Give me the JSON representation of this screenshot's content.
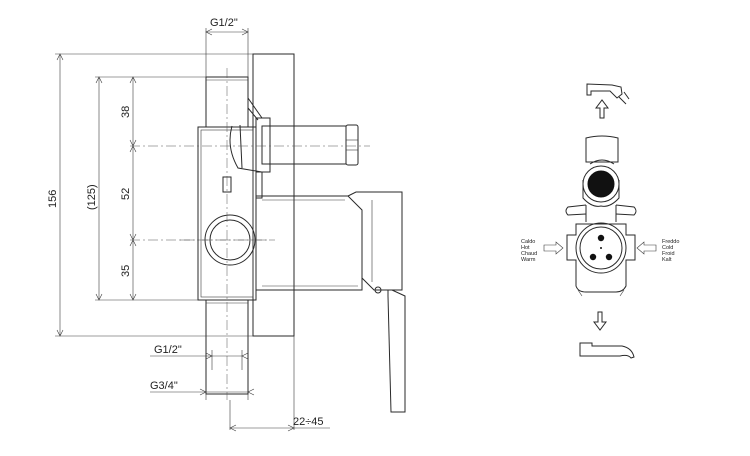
{
  "dimensions": {
    "g12_top": "G1/2\"",
    "d156": "156",
    "d125": "(125)",
    "d38": "38",
    "d52": "52",
    "d35": "35",
    "g12_bottom": "G1/2\"",
    "g34": "G3/4\"",
    "d22_45": "22÷45"
  },
  "labels": {
    "hot_left": [
      "Caldo",
      "Hot",
      "Chaud",
      "Warm"
    ],
    "cold_right": [
      "Freddo",
      "Cold",
      "Froid",
      "Kalt"
    ]
  },
  "icons": {
    "shower_head": "shower-head-icon",
    "bath_spout": "bath-spout-icon",
    "arrow_up": "arrow-up-icon",
    "arrow_down": "arrow-down-icon"
  }
}
